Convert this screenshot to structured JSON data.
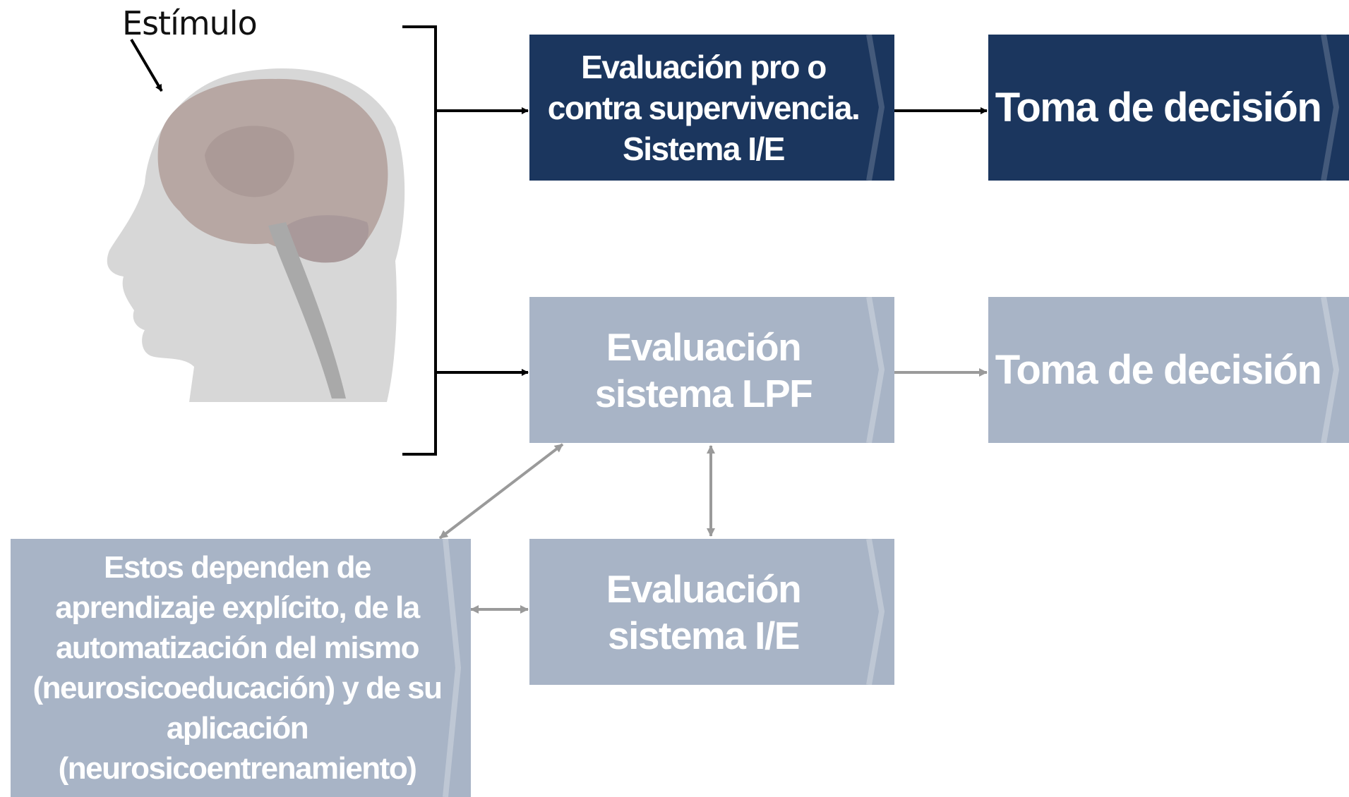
{
  "stimulus": {
    "label": "Estímulo",
    "icon": "human-head-brain-icon"
  },
  "boxes": {
    "eval_survival": "Evaluación pro o contra supervivencia. Sistema I/E",
    "decision_top": "Toma de decisión",
    "eval_lpf": "Evaluación sistema LPF",
    "decision_lpf": "Toma de decisión",
    "eval_ie": "Evaluación sistema I/E",
    "learning": "Estos dependen de aprendizaje explícito, de la automatización del mismo (neurosicoeducación) y de su aplicación (neurosicoentrenamiento)"
  },
  "colors": {
    "dark_box": "#1b365e",
    "light_box": "#a8b4c6",
    "black_arrow": "#000000",
    "gray_arrow": "#9a9a9a"
  }
}
